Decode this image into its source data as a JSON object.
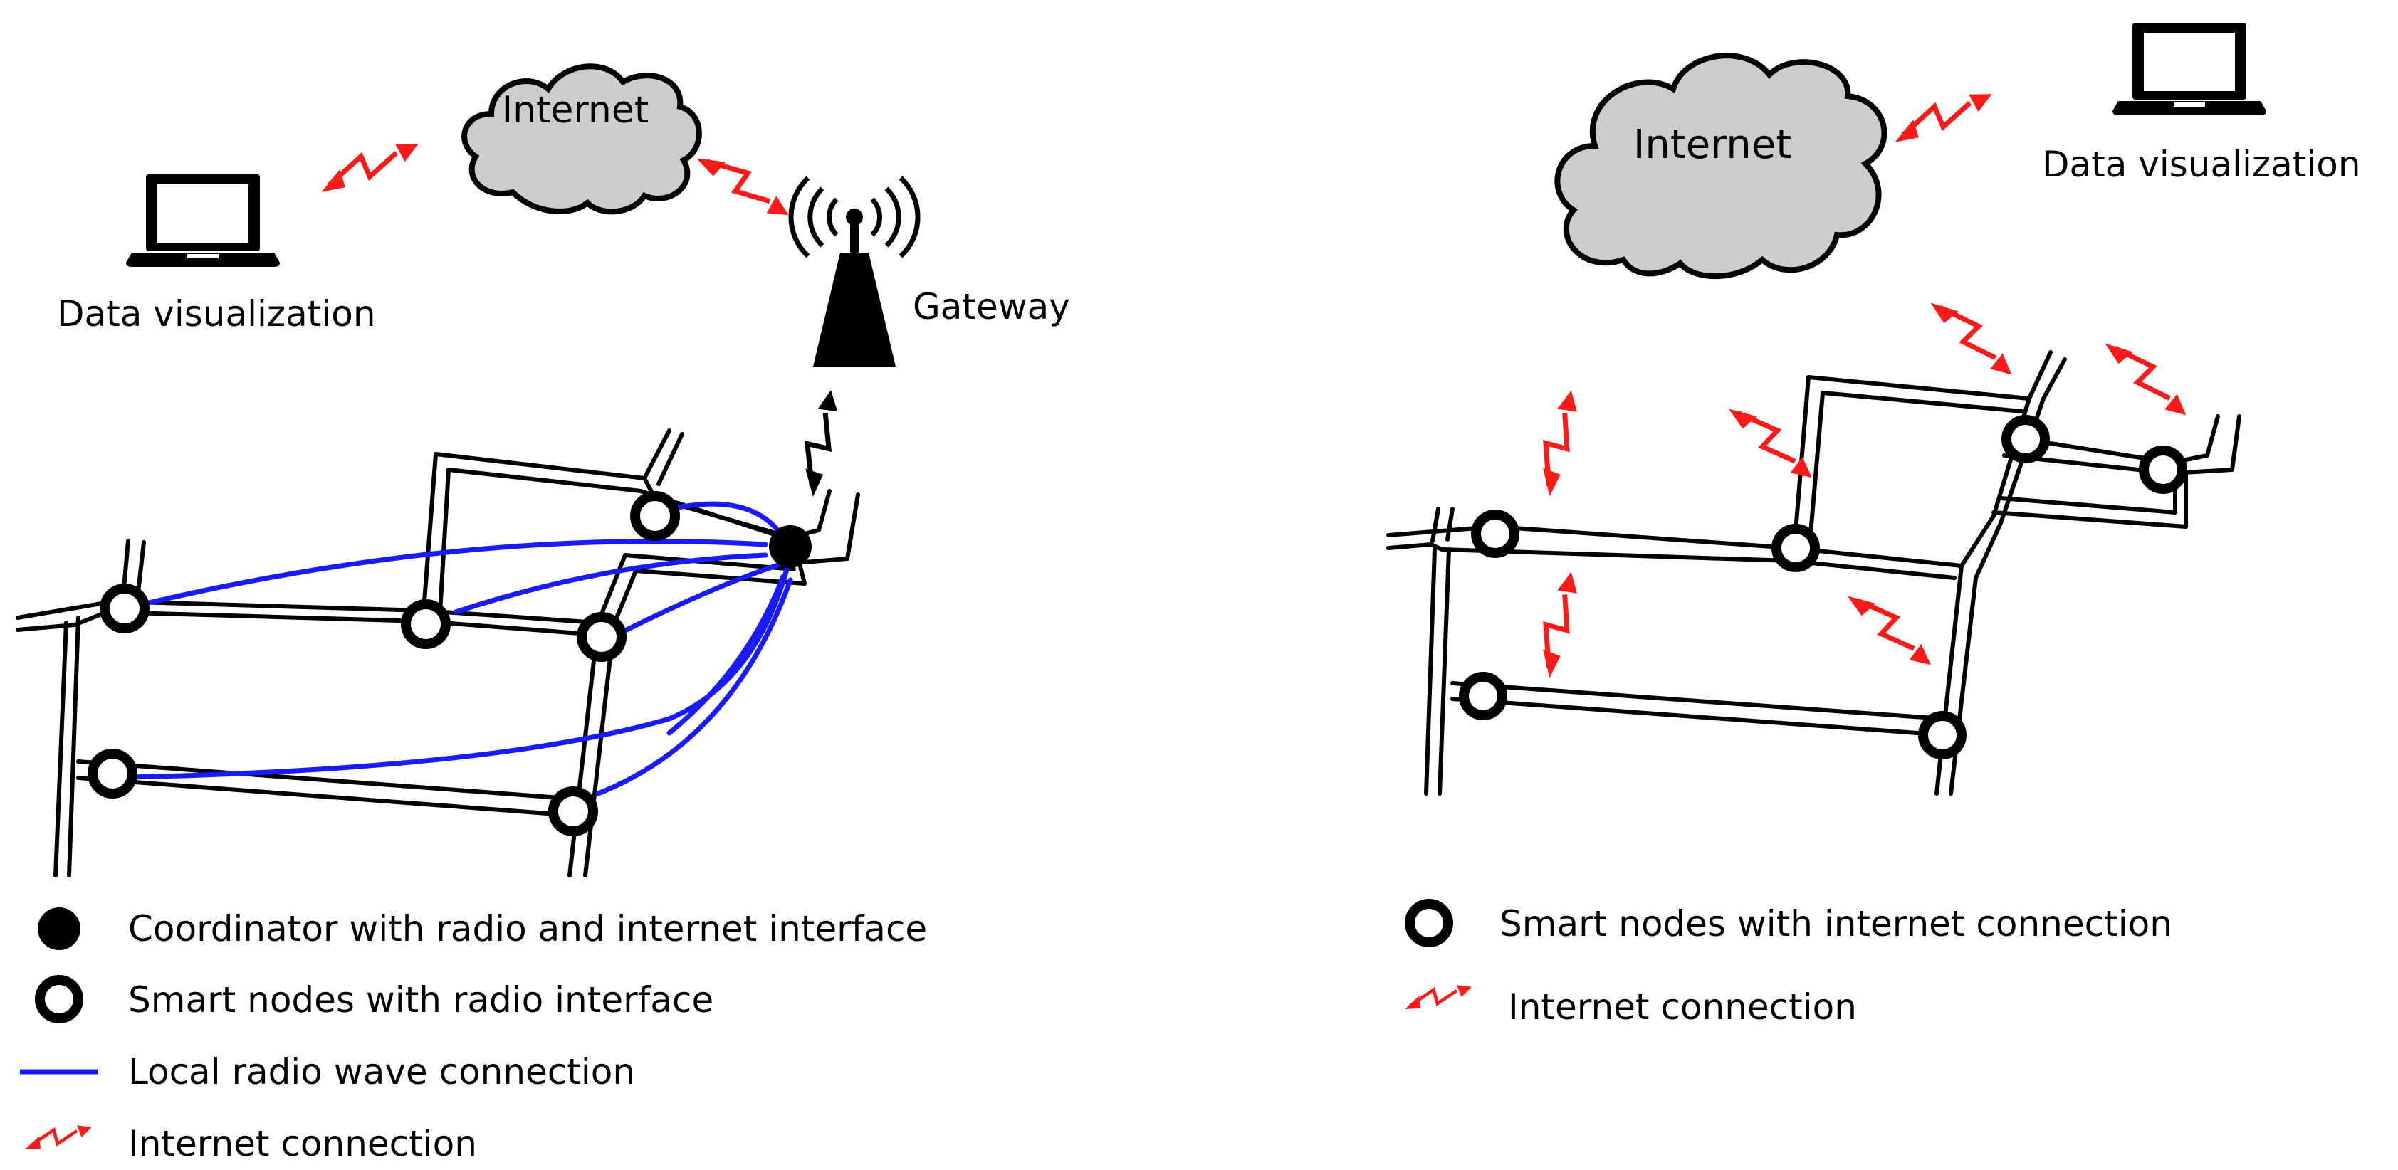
{
  "left": {
    "cloud_label": "Internet",
    "laptop_label": "Data visualization",
    "gateway_label": "Gateway",
    "legend": [
      {
        "icon": "coordinator-dot-icon",
        "text": "Coordinator with radio and internet interface"
      },
      {
        "icon": "smart-node-ring-icon",
        "text": "Smart nodes with radio interface"
      },
      {
        "icon": "radio-line-icon",
        "text": "Local radio wave connection"
      },
      {
        "icon": "internet-zigzag-icon",
        "text": "Internet connection"
      }
    ]
  },
  "right": {
    "cloud_label": "Internet",
    "laptop_label": "Data visualization",
    "legend": [
      {
        "icon": "smart-node-ring-icon",
        "text": "Smart nodes with internet connection"
      },
      {
        "icon": "internet-zigzag-icon",
        "text": "Internet connection"
      }
    ]
  },
  "colors": {
    "radio": "#1a1aff",
    "internet": "#ff1a1a",
    "cloud": "#cccccc",
    "ink": "#000000"
  }
}
